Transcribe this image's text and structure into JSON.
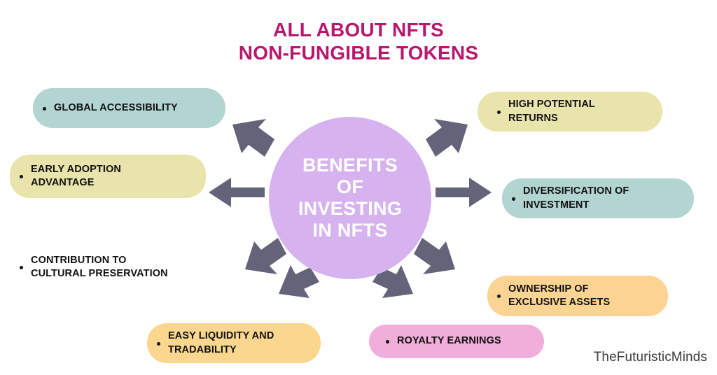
{
  "title": {
    "line1": "ALL ABOUT NFTS",
    "line2": "NON-FUNGIBLE TOKENS",
    "color": "#b8186c"
  },
  "center": {
    "line1": "BENEFITS",
    "line2": "OF",
    "line3": "INVESTING",
    "line4": "IN NFTS",
    "fill": "#d6b3ef",
    "text_color": "#ffffff"
  },
  "arrow_color": "#63637a",
  "watermark": "TheFuturisticMinds",
  "benefits": [
    {
      "id": "global-accessibility",
      "line1": "GLOBAL ACCESSIBILITY",
      "line2": "",
      "color": "#b2d5d2",
      "side": "left"
    },
    {
      "id": "early-adoption-advantage",
      "line1": "EARLY ADOPTION",
      "line2": "ADVANTAGE",
      "color": "#e9e4ab",
      "side": "left"
    },
    {
      "id": "contribution-cultural",
      "line1": "CONTRIBUTION TO",
      "line2": "CULTURAL PRESERVATION",
      "color": "#f9cfaf",
      "side": "left"
    },
    {
      "id": "easy-liquidity-tradability",
      "line1": "EASY LIQUIDITY AND",
      "line2": "TRADABILITY",
      "color": "#fad68e",
      "side": "bottom"
    },
    {
      "id": "royalty-earnings",
      "line1": "ROYALTY EARNINGS",
      "line2": "",
      "color": "#f2aedb",
      "side": "bottom"
    },
    {
      "id": "ownership-exclusive-assets",
      "line1": "OWNERSHIP OF",
      "line2": "EXCLUSIVE ASSETS",
      "color": "#fbd494",
      "side": "right"
    },
    {
      "id": "diversification-investment",
      "line1": "DIVERSIFICATION OF",
      "line2": "INVESTMENT",
      "color": "#b2d5d2",
      "side": "right"
    },
    {
      "id": "high-potential-returns",
      "line1": "HIGH POTENTIAL",
      "line2": "RETURNS",
      "color": "#e9e4ab",
      "side": "right"
    }
  ]
}
